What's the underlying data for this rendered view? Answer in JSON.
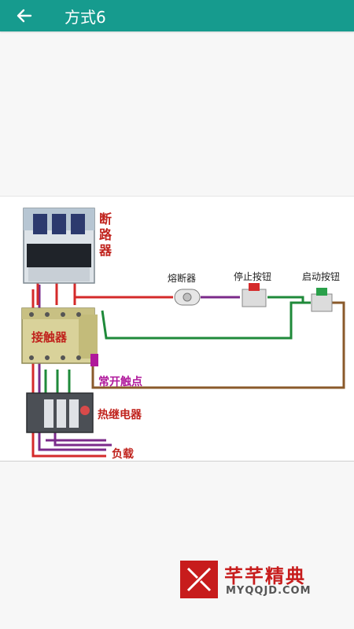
{
  "appbar": {
    "title": "方式6",
    "back_icon": "arrow-back-icon"
  },
  "diagram": {
    "breaker": "断路器",
    "fuse": "熔断器",
    "stop_button": "停止按钮",
    "start_button": "启动按钮",
    "contactor": "接触器",
    "no_contact": "常开触点",
    "thermal_relay": "热继电器",
    "load": "负载"
  },
  "watermark": {
    "cn": "芊芊精典",
    "en": "MYQQJD.COM"
  },
  "colors": {
    "appbar": "#169b8e",
    "wire_red": "#d42a2a",
    "wire_green": "#1f8a3a",
    "wire_brown": "#8a5a2b",
    "wire_purple": "#7b2a8a",
    "label_red": "#c0231d"
  }
}
